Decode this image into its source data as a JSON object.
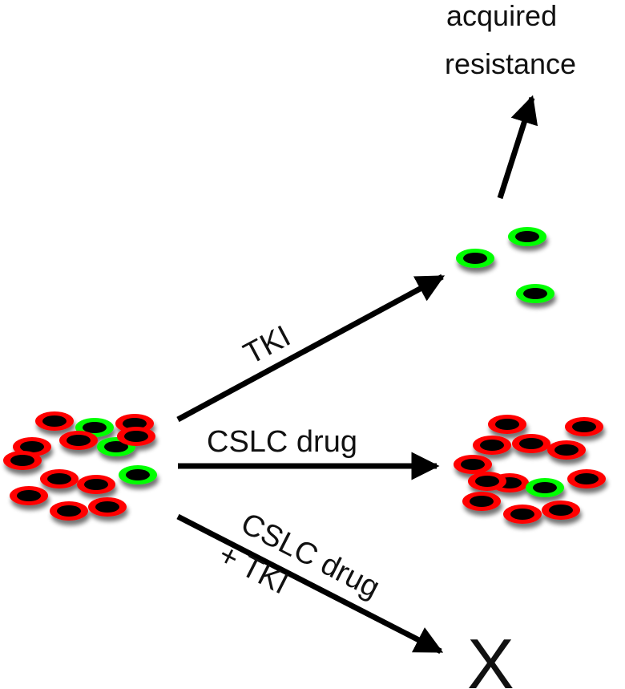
{
  "labels": {
    "outcome_title": "acquired\nresistance",
    "tki": "TKI",
    "cslc_drug": "CSLC drug",
    "combo_line1": "CSLC drug",
    "combo_line2": "+ TKI",
    "eliminated_mark": "X"
  },
  "colors": {
    "resistant_cell": "#00ff00",
    "sensitive_cell": "#ff0000",
    "nucleus": "#000000",
    "arrow": "#000000"
  },
  "cell_groups": [
    {
      "name": "initial-tumor",
      "cell_types": [
        "sensitive",
        "resistant",
        "sensitive",
        "sensitive",
        "sensitive",
        "resistant",
        "sensitive",
        "sensitive",
        "sensitive",
        "resistant",
        "sensitive",
        "sensitive",
        "sensitive",
        "sensitive"
      ],
      "counts": {
        "sensitive": 11,
        "resistant": 3
      }
    },
    {
      "name": "tki-survivors",
      "cell_types": [
        "resistant",
        "resistant",
        "resistant"
      ],
      "counts": {
        "sensitive": 0,
        "resistant": 3
      }
    },
    {
      "name": "cslc-drug-result",
      "cell_types": [
        "sensitive",
        "sensitive",
        "sensitive",
        "sensitive",
        "sensitive",
        "sensitive",
        "sensitive",
        "sensitive",
        "resistant",
        "sensitive",
        "sensitive",
        "sensitive",
        "sensitive"
      ],
      "counts": {
        "sensitive": 12,
        "resistant": 1
      }
    }
  ]
}
